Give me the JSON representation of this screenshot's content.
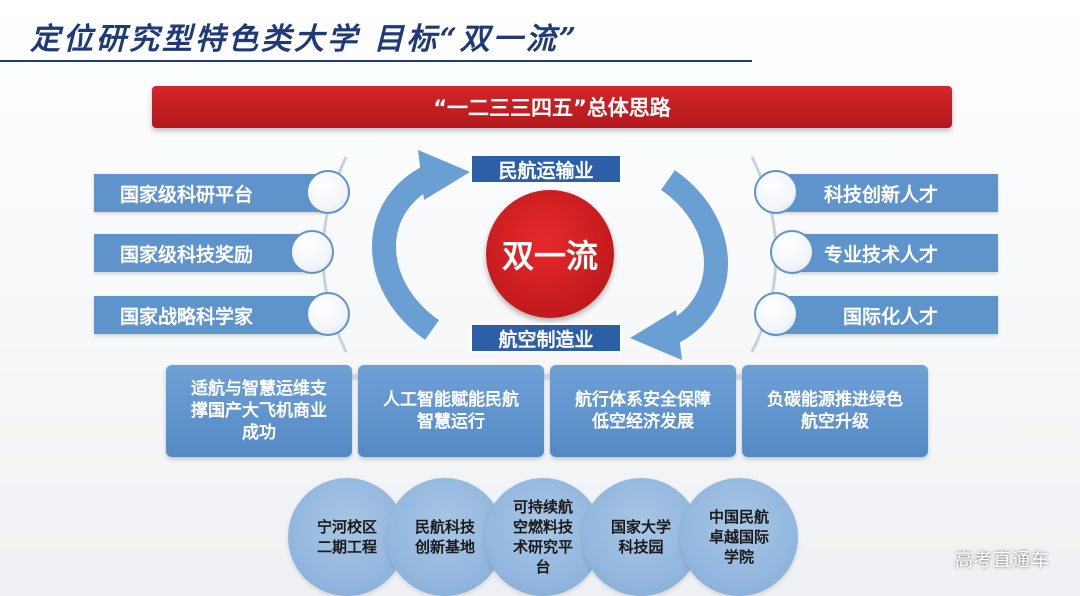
{
  "header": {
    "title": "定位研究型特色类大学  目标“双一流”"
  },
  "banner": {
    "text": "“一二三三四五”总体思路"
  },
  "left_items": [
    {
      "label": "国家级科研平台"
    },
    {
      "label": "国家级科技奖励"
    },
    {
      "label": "国家战略科学家"
    }
  ],
  "right_items": [
    {
      "label": "科技创新人才"
    },
    {
      "label": "专业技术人才"
    },
    {
      "label": "国际化人才"
    }
  ],
  "cycle": {
    "top_label": "民航运输业",
    "bottom_label": "航空制造业",
    "center": "双一流"
  },
  "goal_boxes": [
    {
      "text": "适航与智慧运维支\n撑国产大飞机商业\n成功"
    },
    {
      "text": "人工智能赋能民航\n智慧运行"
    },
    {
      "text": "航行体系安全保障\n低空经济发展"
    },
    {
      "text": "负碳能源推进绿色\n航空升级"
    }
  ],
  "bases": [
    {
      "text": "宁河校区\n二期工程"
    },
    {
      "text": "民航科技\n创新基地"
    },
    {
      "text": "可持续航\n空燃料技\n术研究平\n台"
    },
    {
      "text": "国家大学\n科技园"
    },
    {
      "text": "中国民航\n卓越国际\n学院"
    }
  ],
  "watermark": "高考直通车",
  "colors": {
    "red": "#c21a1d",
    "blue": "#5f93cc",
    "dark_blue": "#2c5fa8",
    "title": "#1f3a78"
  }
}
